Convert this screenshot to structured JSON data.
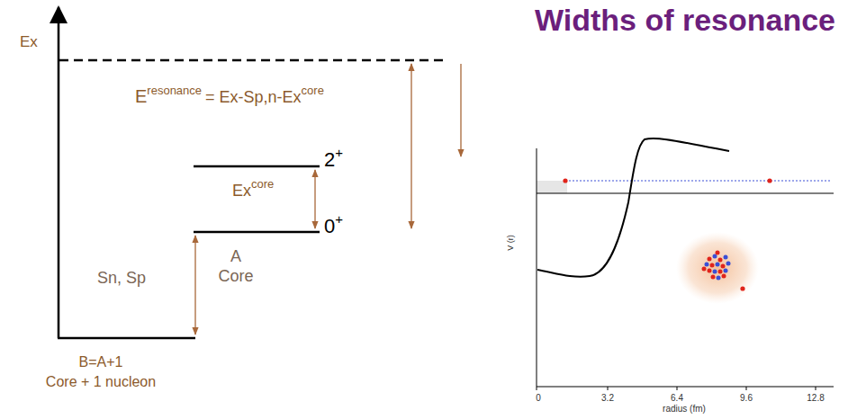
{
  "diagram": {
    "title": "Widths of resonance",
    "labels": [
      "Ex",
      "E",
      "resonance",
      "= Ex-Sp,n-Ex",
      "core",
      "Ex",
      "core",
      "2",
      "+",
      "0",
      "+",
      "A",
      "Core",
      "Sn, Sp",
      "B=A+1",
      "Core + 1 nucleon",
      "V (r)",
      "0",
      "3.2",
      "6.4",
      "9.6",
      "12.8",
      "radius (fm)"
    ]
  }
}
